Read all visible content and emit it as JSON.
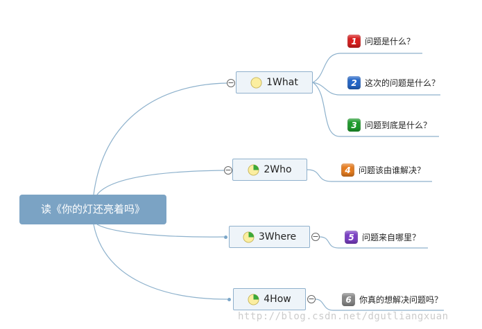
{
  "root": {
    "label": "读《你的灯还亮着吗》"
  },
  "colors": {
    "line": "#8db1cc",
    "root_fill": "#7ba3c4",
    "topic_fill": "#eef4f9",
    "topic_border": "#8fb0cc"
  },
  "topics": [
    {
      "label": "1What",
      "progress": 0.0,
      "leaves": [
        {
          "number": "1",
          "text": "问题是什么？",
          "color": "#d81e1e"
        },
        {
          "number": "2",
          "text": "这次的问题是什么？",
          "color": "#2466c8"
        },
        {
          "number": "3",
          "text": "问题到底是什么？",
          "color": "#1e9b2c"
        }
      ]
    },
    {
      "label": "2Who",
      "progress": 0.25,
      "leaves": [
        {
          "number": "4",
          "text": "问题该由谁解决？",
          "color": "#e67c1f"
        }
      ]
    },
    {
      "label": "3Where",
      "progress": 0.25,
      "leaves": [
        {
          "number": "5",
          "text": "问题来自哪里？",
          "color": "#7a3fc4"
        }
      ]
    },
    {
      "label": "4How",
      "progress": 0.25,
      "leaves": [
        {
          "number": "6",
          "text": "你真的想解决问题吗？",
          "color": "#888888"
        }
      ]
    }
  ],
  "watermark": "http://blog.csdn.net/dgutliangxuan"
}
